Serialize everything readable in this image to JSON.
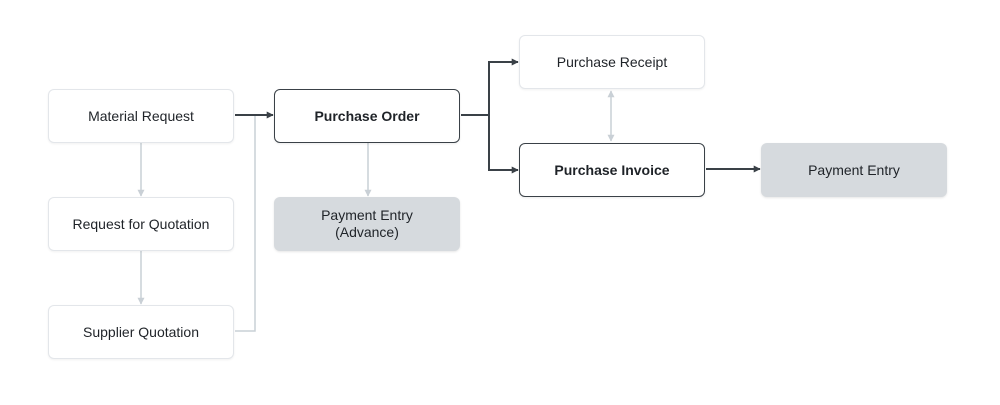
{
  "colors": {
    "dark_connector": "#3a4147",
    "light_connector": "#c9d0d6",
    "filled_node": "#d6dade",
    "light_border": "#e3e6ea"
  },
  "nodes": {
    "material_request": "Material Request",
    "request_for_quotation": "Request for Quotation",
    "supplier_quotation": "Supplier Quotation",
    "purchase_order": "Purchase Order",
    "payment_entry_advance": "Payment Entry\n(Advance)",
    "purchase_receipt": "Purchase Receipt",
    "purchase_invoice": "Purchase Invoice",
    "payment_entry": "Payment Entry"
  }
}
